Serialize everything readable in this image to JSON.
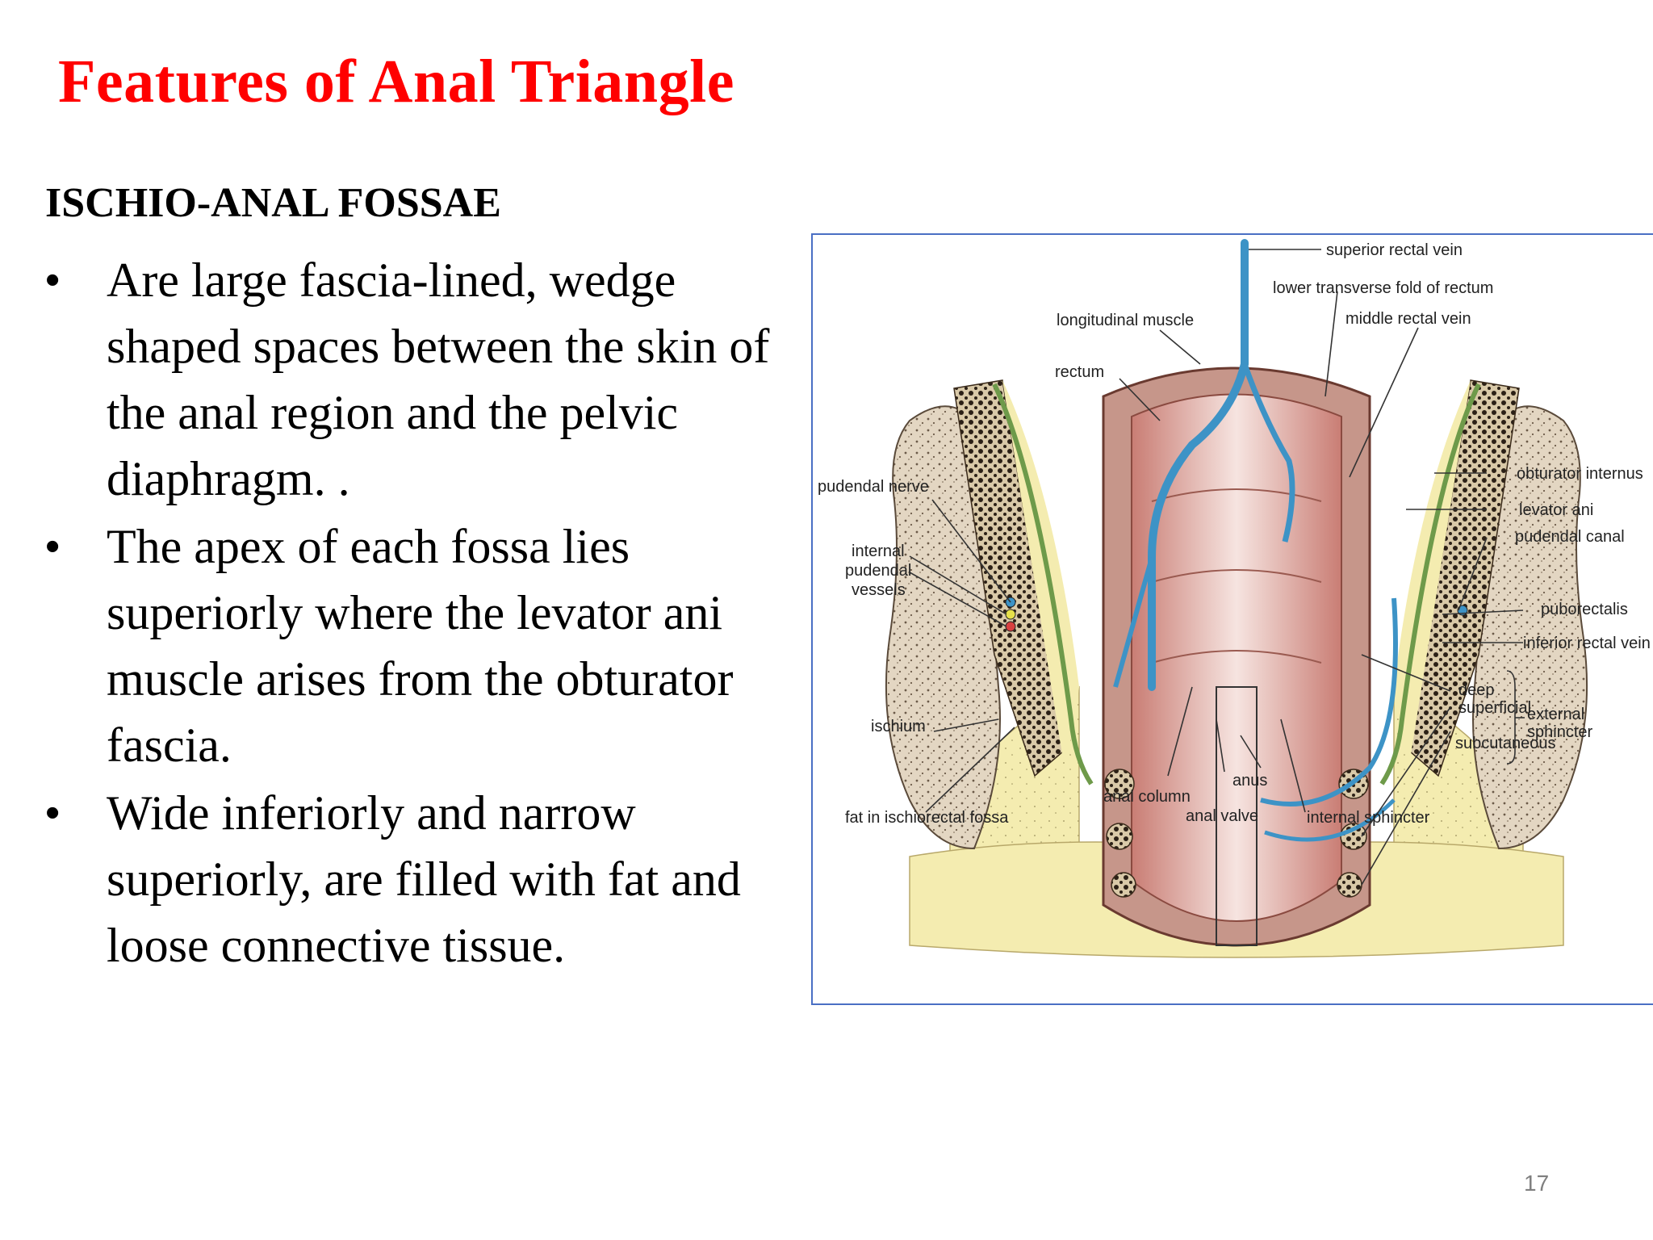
{
  "slide": {
    "title": "Features of Anal Triangle",
    "subheading": "ISCHIO-ANAL FOSSAE",
    "bullet_symbol": "•",
    "bullets": [
      "Are large fascia-lined, wedge shaped spaces between the skin of the anal region and the pelvic diaphragm. .",
      "The apex of each fossa lies superiorly where the levator ani muscle arises from the obturator fascia.",
      "Wide inferiorly and narrow superiorly, are filled with fat and loose connective tissue."
    ],
    "page_number": "17"
  },
  "figure": {
    "labels": {
      "superior_rectal_vein": "superior rectal vein",
      "lower_transverse_fold": "lower transverse fold of rectum",
      "longitudinal_muscle": "longitudinal muscle",
      "middle_rectal_vein": "middle rectal vein",
      "rectum": "rectum",
      "obturator_internus": "obturator internus",
      "pudendal_nerve": "pudendal nerve",
      "levator_ani": "levator ani",
      "pudendal_canal": "pudendal canal",
      "internal": "internal",
      "pudendal": "pudendal",
      "vessels": "vessels",
      "puborectalis": "puborectalis",
      "inferior_rectal_vein": "inferior rectal vein",
      "deep": "deep",
      "superficial": "superficial",
      "external": "external",
      "sphincter": "sphincter",
      "ischium": "ischium",
      "subcutaneous": "subcutaneous",
      "anus": "anus",
      "anal_column": "anal column",
      "fat_ischiorectal": "fat in ischiorectal fossa",
      "anal_valve": "anal valve",
      "internal_sphincter": "internal sphincter"
    },
    "colors": {
      "border": "#4a6fc4",
      "fat": "#f4ecb0",
      "bone": "#e3d6c2",
      "muscle": "#e2a9a0",
      "vein": "#3d93c6",
      "levator": "#8fb86b"
    }
  }
}
